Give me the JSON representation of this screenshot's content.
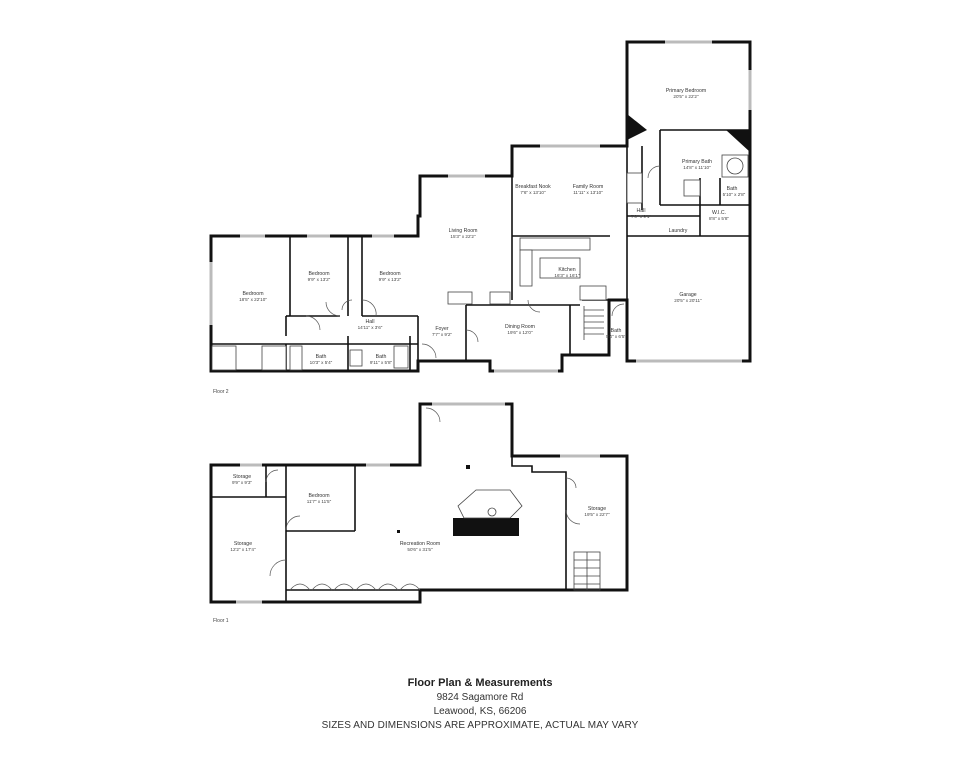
{
  "floor2": {
    "label": "Floor 2",
    "rooms": {
      "primary_bedroom": {
        "name": "Primary Bedroom",
        "dims": "20'5\" x 22'2\""
      },
      "primary_bath": {
        "name": "Primary Bath",
        "dims": "14'8\" x 11'10\""
      },
      "bath_small": {
        "name": "Bath",
        "dims": "5'10\" x 2'8\""
      },
      "wic": {
        "name": "W.I.C.",
        "dims": "8'8\" x 5'8\""
      },
      "laundry": {
        "name": "Laundry",
        "dims": ""
      },
      "hall_east": {
        "name": "Hall",
        "dims": "7'0\" x 9'1\""
      },
      "breakfast": {
        "name": "Breakfast Nook",
        "dims": "7'6\" x 13'10\""
      },
      "family": {
        "name": "Family Room",
        "dims": "11'11\" x 13'10\""
      },
      "living": {
        "name": "Living Room",
        "dims": "15'3\" x 22'2\""
      },
      "kitchen": {
        "name": "Kitchen",
        "dims": "16'3\" x 16'1\""
      },
      "garage": {
        "name": "Garage",
        "dims": "20'5\" x 20'11\""
      },
      "bath_garage": {
        "name": "Bath",
        "dims": "5'4\" x 6'5\""
      },
      "dining": {
        "name": "Dining Room",
        "dims": "19'6\" x 12'0\""
      },
      "foyer": {
        "name": "Foyer",
        "dims": "7'7\" x 9'2\""
      },
      "bedroom_big": {
        "name": "Bedroom",
        "dims": "18'5\" x 22'10\""
      },
      "bedroom_2": {
        "name": "Bedroom",
        "dims": "9'9\" x 13'2\""
      },
      "bedroom_3": {
        "name": "Bedroom",
        "dims": "9'9\" x 13'2\""
      },
      "hall_west": {
        "name": "Hall",
        "dims": "14'11\" x 3'6\""
      },
      "bath_1": {
        "name": "Bath",
        "dims": "10'3\" x 5'4\""
      },
      "bath_2": {
        "name": "Bath",
        "dims": "9'11\" x 5'8\""
      }
    }
  },
  "floor1": {
    "label": "Floor 1",
    "rooms": {
      "storage_small": {
        "name": "Storage",
        "dims": "9'9\" x 9'3\""
      },
      "storage_west": {
        "name": "Storage",
        "dims": "12'2\" x 17'4\""
      },
      "bedroom": {
        "name": "Bedroom",
        "dims": "11'7\" x 11'5\""
      },
      "recreation": {
        "name": "Recreation Room",
        "dims": "50'6\" x 31'5\""
      },
      "storage_east": {
        "name": "Storage",
        "dims": "19'5\" x 22'7\""
      }
    }
  },
  "caption": {
    "title": "Floor Plan & Measurements",
    "address": "9824 Sagamore Rd",
    "city": "Leawood, KS, 66206",
    "note": "SIZES AND DIMENSIONS ARE APPROXIMATE, ACTUAL MAY VARY"
  }
}
